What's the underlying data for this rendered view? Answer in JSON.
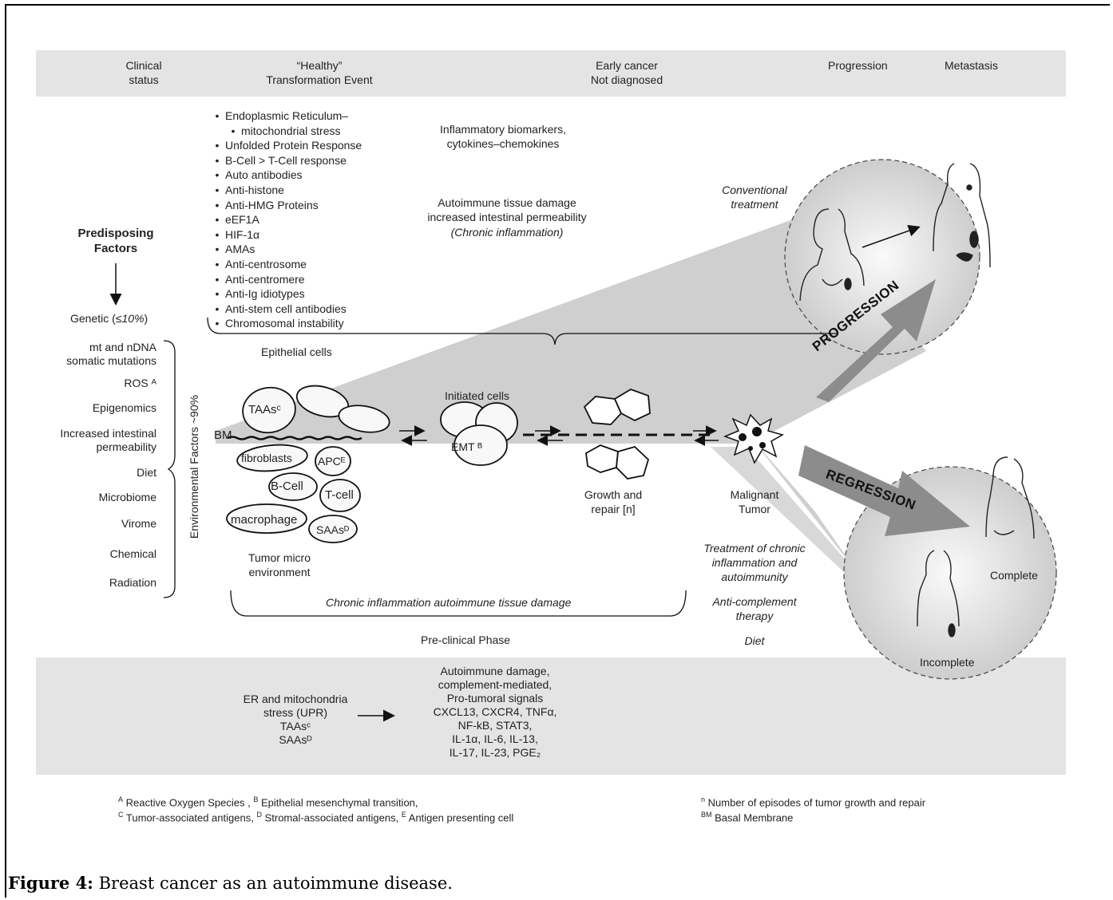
{
  "header": {
    "clinical_status": "Clinical\nstatus",
    "healthy": "“Healthy”\nTransformation Event",
    "early_cancer": "Early cancer\nNot diagnosed",
    "progression": "Progression",
    "metastasis": "Metastasis"
  },
  "left": {
    "predisposing": "Predisposing\nFactors",
    "genetic": "Genetic (",
    "genetic_pct": "≤10%",
    "genetic_close": ")",
    "env_axis_label": "Environmental Factors ~90%",
    "env_factors": [
      "mt and nDNA\nsomatic mutations",
      "ROS ᴬ",
      "Epigenomics",
      "Increased intestinal\npermeability",
      "Diet",
      "Microbiome",
      "Virome",
      "Chemical",
      "Radiation"
    ]
  },
  "bullets": [
    "Endoplasmic Reticulum–",
    "mitochondrial stress",
    "Unfolded Protein Response",
    "B-Cell > T-Cell response",
    "Auto antibodies",
    "Anti-histone",
    "Anti-HMG Proteins",
    "eEF1A",
    "HIF-1α",
    "AMAs",
    "Anti-centrosome",
    "Anti-centromere",
    "Anti-Ig idiotypes",
    "Anti-stem cell antibodies",
    "Chromosomal instability"
  ],
  "center": {
    "inflammatory": "Inflammatory biomarkers,\ncytokines–chemokines",
    "autoimmune": "Autoimmune tissue damage\nincreased intestinal permeability",
    "chronic": "(Chronic inflammation)",
    "epithelial": "Epithelial cells",
    "initiated": "Initiated cells",
    "emt": "EMT ᴮ",
    "bm": "BM",
    "growth": "Growth and\nrepair [n]",
    "malignant": "Malignant\nTumor",
    "tumor_micro": "Tumor micro\nenvironment",
    "chronic_bracket": "Chronic inflammation autoimmune tissue damage",
    "preclinical": "Pre-clinical Phase",
    "cells": {
      "taas": "TAAsᶜ",
      "fibroblasts": "fibroblasts",
      "apc": "APCᴱ",
      "bcell": "B-Cell",
      "tcell": "T-cell",
      "macrophage": "macrophage",
      "saas": "SAAsᴰ"
    }
  },
  "right": {
    "conventional": "Conventional\ntreatment",
    "progression_arrow": "PROGRESSION",
    "regression_arrow": "REGRESSION",
    "complete": "Complete",
    "incomplete": "Incomplete",
    "treatment": "Treatment of chronic\ninflammation and\nautoimmunity",
    "anticomplement": "Anti-complement\ntherapy",
    "diet": "Diet"
  },
  "bottom": {
    "er_stress": "ER and mitochondria\nstress (UPR)\nTAAsᶜ\nSAAsᴰ",
    "signals": "Autoimmune damage,\ncomplement-mediated,\nPro-tumoral signals\nCXCL13, CXCR4, TNFα,\nNF-kB, STAT3,\nIL-1α, IL-6, IL-13,\nIL-17, IL-23, PGE₂"
  },
  "footnotes": {
    "a": "Reactive Oxygen Species ,",
    "b": "Epithelial mesenchymal transition,",
    "c": "Tumor-associated antigens,",
    "d": "Stromal-associated antigens,",
    "e": "Antigen presenting cell",
    "n": "Number of episodes of tumor growth and repair",
    "bm": "Basal Membrane"
  },
  "caption": {
    "label": "Figure 4:",
    "text": " Breast cancer as an autoimmune disease."
  },
  "colors": {
    "band": "#e4e4e4",
    "arrow": "#8c8c8c",
    "wedge": "#cfcfcf",
    "circle_fill": "#d6d6d6"
  }
}
